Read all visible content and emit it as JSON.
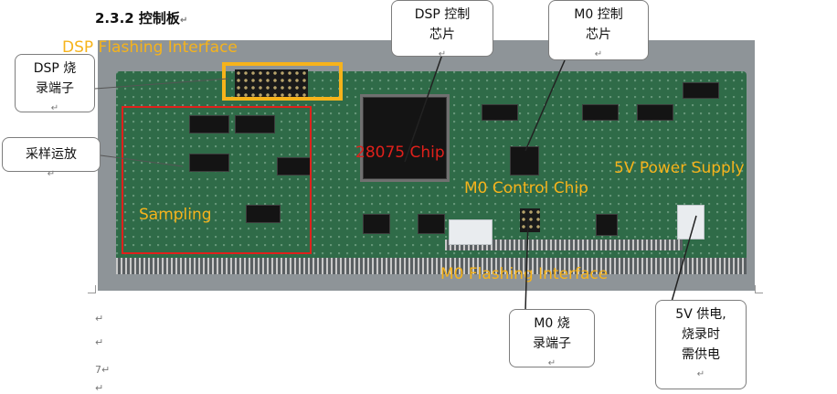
{
  "heading": "2.3.2 控制板",
  "overlays": {
    "dsp_flash": "DSP Flashing Interface",
    "chip_28075": "28075 Chip",
    "m0_control": "M0 Control Chip",
    "power": "5V Power Supply",
    "sampling": "Sampling",
    "m0_flash": "M0 Flashing Interface"
  },
  "callouts": {
    "dsp_flash_port": [
      "DSP 烧",
      "录端子"
    ],
    "sampling_amp": [
      "采样运放"
    ],
    "dsp_chip": [
      "DSP 控制",
      "芯片"
    ],
    "m0_chip": [
      "M0 控制",
      "芯片"
    ],
    "m0_flash_port": [
      "M0 烧",
      "录端子"
    ],
    "power_5v": [
      "5V 供电,",
      "烧录时",
      "需供电"
    ]
  },
  "paragraph_marks": [
    "↵",
    "↵",
    "7↵",
    "↵"
  ],
  "colors": {
    "highlight_yellow": "#f6b31b",
    "highlight_red": "#e0201b",
    "pcb_green": "#2f6b48"
  }
}
